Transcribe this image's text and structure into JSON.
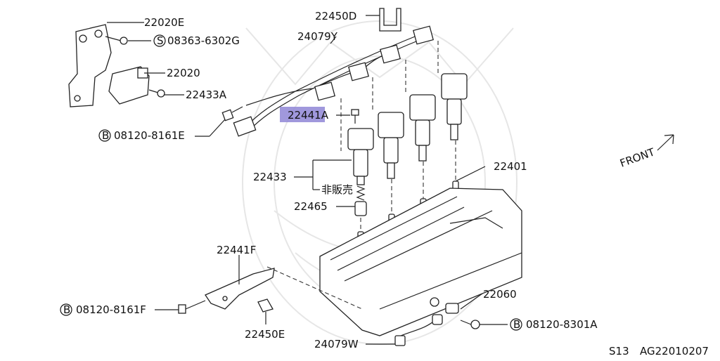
{
  "labels": {
    "p22020E": "22020E",
    "p08363": "08363-6302G",
    "s_mark": "S",
    "p22020": "22020",
    "p22433A": "22433A",
    "p08120_8161E": "08120-8161E",
    "b_mark": "B",
    "p22450D": "22450D",
    "p24079Y": "24079Y",
    "p22441A": "22441A",
    "p22433": "22433",
    "not_for_sale": "非販売",
    "p22465": "22465",
    "p22401": "22401",
    "front": "FRONT",
    "p22441F": "22441F",
    "p08120_8161F": "08120-8161F",
    "p22450E": "22450E",
    "p22060": "22060",
    "p08120_8301A": "08120-8301A",
    "p24079W": "24079W"
  },
  "footer": {
    "model": "S13",
    "code": "AG22010207"
  },
  "highlight_color": "#8f86d6"
}
